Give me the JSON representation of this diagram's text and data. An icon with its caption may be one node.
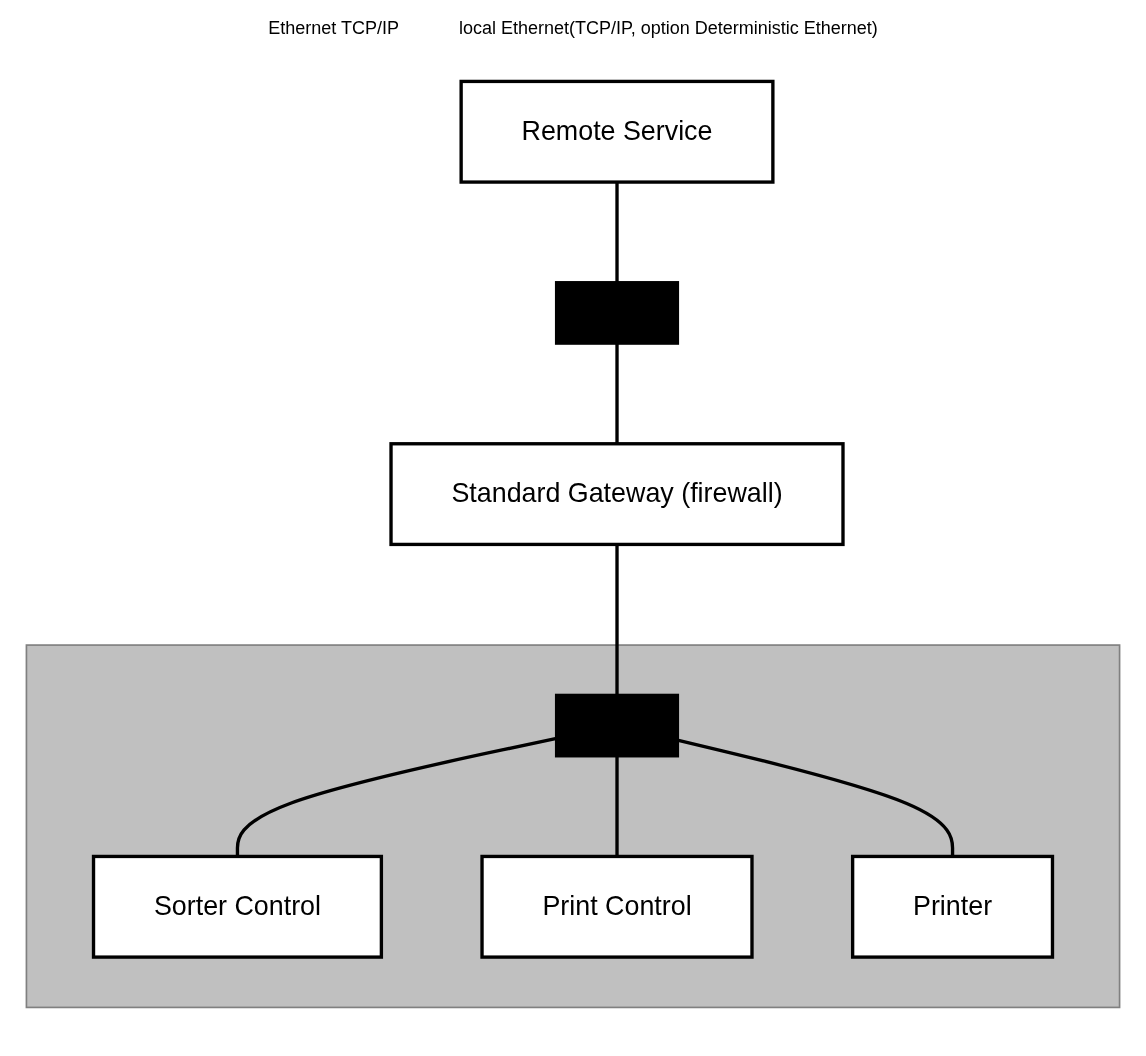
{
  "diagram": {
    "nodes": [
      {
        "text": [
          "Remote Service"
        ]
      },
      {
        "text": [],
        "shape": "bar"
      },
      {
        "text": [],
        "shape": "box"
      },
      {
        "text": [
          "Standard Gateway (firewall)"
        ]
      },
      {
        "text": [],
        "shape": "bar",
        "in": 2
      },
      {
        "text": [
          "Sorter Control"
        ],
        "in": 2
      },
      {
        "text": [
          "Print Control"
        ],
        "in": 2
      },
      {
        "text": [
          "Printer"
        ],
        "in": 2
      }
    ],
    "edges": [
      {
        "from": 0,
        "to": 1,
        "arrow": "none"
      },
      {
        "from": 1,
        "to": 3,
        "arrow": "none"
      },
      {
        "from": 3,
        "to": 4,
        "arrow": "none"
      },
      {
        "from": 4,
        "to": 5,
        "arrow": "none"
      },
      {
        "from": 4,
        "to": 6,
        "arrow": "none"
      },
      {
        "from": 4,
        "to": 7,
        "arrow": "none"
      }
    ],
    "labels": [
      "Ethernet TCP/IP",
      "local Ethernet(TCP/IP, option Deterministic Ethernet)"
    ]
  }
}
